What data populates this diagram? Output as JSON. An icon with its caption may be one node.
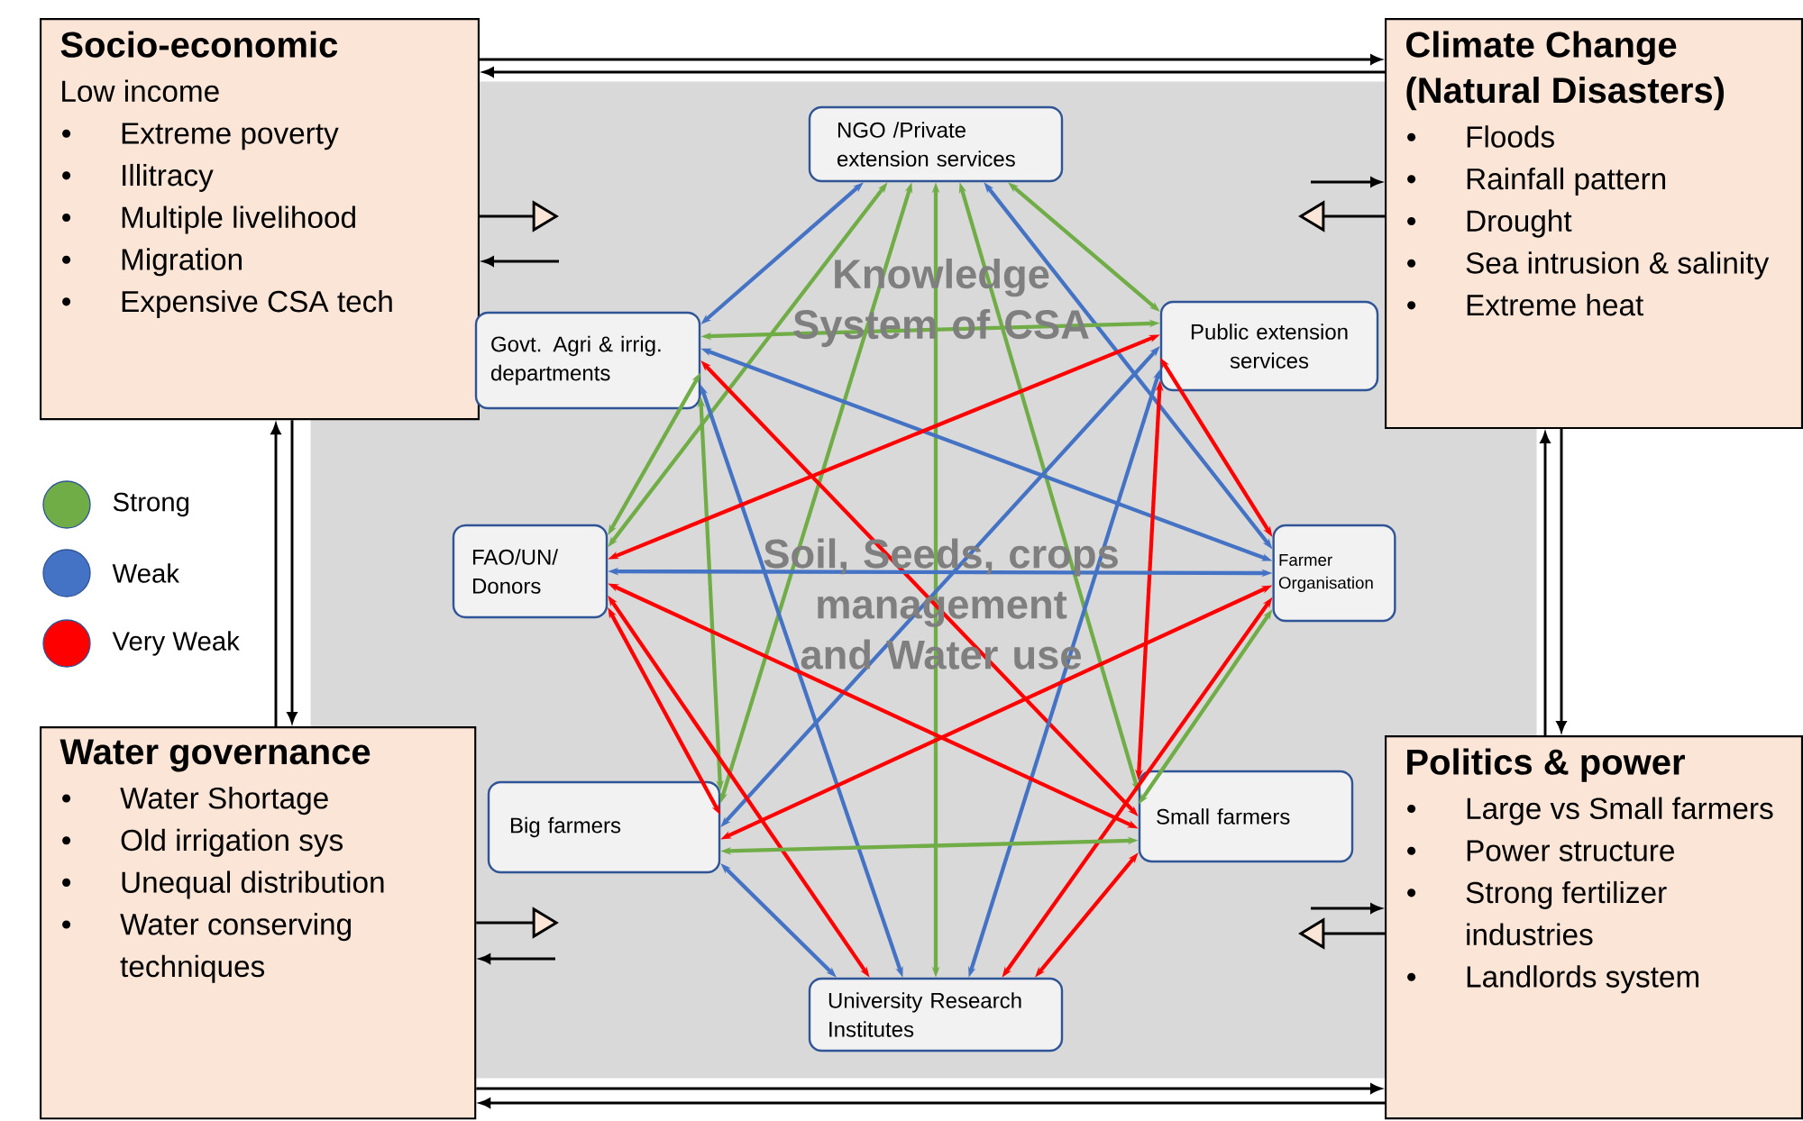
{
  "diagram": {
    "nodes": [
      {
        "text": [
          "Socio-economic",
          "Low income",
          "Extreme poverty",
          "Illitracy",
          "Multiple livelihood",
          "Migration",
          "Expensive CSA tech"
        ]
      },
      {
        "text": [
          "Climate Change (Natural Disasters)",
          "Floods",
          "Rainfall pattern",
          "Drought",
          "Sea intrusion & salinity",
          "Extreme heat"
        ]
      },
      {
        "text": [
          "Water governance",
          "Water Shortage",
          "Old irrigation sys",
          "Unequal distribution",
          "Water conserving techniques"
        ]
      },
      {
        "text": [
          "Politics & power",
          "Large vs Small farmers",
          "Power structure",
          "Strong fertilizer industries",
          "Landlords system"
        ]
      },
      {
        "text": [
          "Knowledge System of CSA",
          "Soil, Seeds, crops management and Water use"
        ]
      },
      {
        "text": [
          "NGO /Private extension services"
        ],
        "in": 4
      },
      {
        "text": [
          "Govt. Agri & irrig. departments"
        ],
        "in": 4
      },
      {
        "text": [
          "Public extension services"
        ],
        "in": 4
      },
      {
        "text": [
          "FAO/UN/ Donors"
        ],
        "in": 4
      },
      {
        "text": [
          "Farmer Organisation"
        ],
        "in": 4
      },
      {
        "text": [
          "Big farmers"
        ],
        "in": 4
      },
      {
        "text": [
          "Small farmers"
        ],
        "in": 4
      },
      {
        "text": [
          "University Research Institutes"
        ],
        "in": 4
      }
    ],
    "edges": [
      {
        "from": 0,
        "to": 1,
        "arrow": "to"
      },
      {
        "from": 1,
        "to": 0,
        "arrow": "to"
      },
      {
        "from": 2,
        "to": 0,
        "arrow": "to"
      },
      {
        "from": 0,
        "to": 2,
        "arrow": "to"
      },
      {
        "from": 3,
        "to": 1,
        "arrow": "to"
      },
      {
        "from": 1,
        "to": 3,
        "arrow": "to"
      },
      {
        "from": 2,
        "to": 3,
        "arrow": "to"
      },
      {
        "from": 3,
        "to": 2,
        "arrow": "to"
      },
      {
        "from": 0,
        "to": null,
        "arrow": "to"
      },
      {
        "from": null,
        "to": 0,
        "arrow": "to"
      },
      {
        "from": null,
        "to": 1,
        "arrow": "to"
      },
      {
        "from": 1,
        "to": null,
        "arrow": "to"
      },
      {
        "from": 2,
        "to": null,
        "arrow": "to"
      },
      {
        "from": null,
        "to": 2,
        "arrow": "to"
      },
      {
        "from": null,
        "to": 3,
        "arrow": "to"
      },
      {
        "from": 3,
        "to": null,
        "arrow": "to"
      },
      {
        "from": 5,
        "to": 6,
        "arrow": "both",
        "color": "#4472c4"
      },
      {
        "from": 5,
        "to": 7,
        "arrow": "both",
        "color": "#70ad47"
      },
      {
        "from": 5,
        "to": 8,
        "arrow": "both",
        "color": "#70ad47"
      },
      {
        "from": 5,
        "to": 9,
        "arrow": "both",
        "color": "#4472c4"
      },
      {
        "from": 5,
        "to": 10,
        "arrow": "both",
        "color": "#70ad47"
      },
      {
        "from": 5,
        "to": 11,
        "arrow": "both",
        "color": "#70ad47"
      },
      {
        "from": 5,
        "to": 12,
        "arrow": "both",
        "color": "#70ad47"
      },
      {
        "from": 6,
        "to": 7,
        "arrow": "both",
        "color": "#70ad47"
      },
      {
        "from": 6,
        "to": 8,
        "arrow": "both",
        "color": "#70ad47"
      },
      {
        "from": 6,
        "to": 10,
        "arrow": "both",
        "color": "#70ad47"
      },
      {
        "from": 6,
        "to": 12,
        "arrow": "both",
        "color": "#4472c4"
      },
      {
        "from": 6,
        "to": 11,
        "arrow": "both",
        "color": "#ff0000"
      },
      {
        "from": 6,
        "to": 9,
        "arrow": "both",
        "color": "#4472c4"
      },
      {
        "from": 7,
        "to": 8,
        "arrow": "both",
        "color": "#ff0000"
      },
      {
        "from": 7,
        "to": 10,
        "arrow": "both",
        "color": "#4472c4"
      },
      {
        "from": 7,
        "to": 12,
        "arrow": "both",
        "color": "#4472c4"
      },
      {
        "from": 7,
        "to": 11,
        "arrow": "both",
        "color": "#ff0000"
      },
      {
        "from": 7,
        "to": 9,
        "arrow": "both",
        "color": "#ff0000"
      },
      {
        "from": 8,
        "to": 9,
        "arrow": "both",
        "color": "#4472c4"
      },
      {
        "from": 8,
        "to": 10,
        "arrow": "both",
        "color": "#ff0000"
      },
      {
        "from": 8,
        "to": 12,
        "arrow": "both",
        "color": "#ff0000"
      },
      {
        "from": 8,
        "to": 11,
        "arrow": "both",
        "color": "#ff0000"
      },
      {
        "from": 9,
        "to": 10,
        "arrow": "both",
        "color": "#ff0000"
      },
      {
        "from": 9,
        "to": 12,
        "arrow": "both",
        "color": "#ff0000"
      },
      {
        "from": 9,
        "to": 11,
        "arrow": "both",
        "color": "#70ad47"
      },
      {
        "from": 10,
        "to": 11,
        "arrow": "both",
        "color": "#70ad47"
      },
      {
        "from": 10,
        "to": 12,
        "arrow": "both",
        "color": "#4472c4"
      },
      {
        "from": 11,
        "to": 12,
        "arrow": "both",
        "color": "#ff0000"
      }
    ],
    "legend": [
      {
        "text": "Strong",
        "color": "#70ad47"
      },
      {
        "text": "Weak",
        "color": "#4472c4"
      },
      {
        "text": "Very Weak",
        "color": "#ff0000"
      }
    ]
  }
}
